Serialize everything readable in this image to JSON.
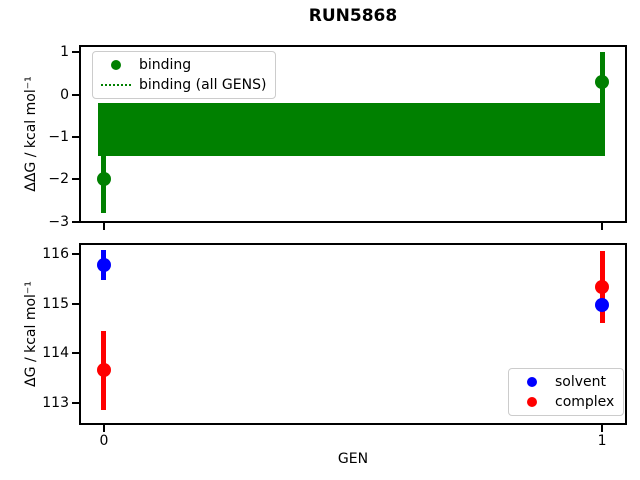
{
  "title": "RUN5868",
  "chart_data": [
    {
      "type": "scatter",
      "subplot": "top",
      "ylabel": "ΔΔG / kcal mol⁻¹",
      "xlabel": "",
      "xlim": [
        -0.05,
        1.05
      ],
      "ylim": [
        -3.03,
        1.17
      ],
      "grid": false,
      "yticks": [
        {
          "v": 1,
          "label": "1"
        },
        {
          "v": 0,
          "label": "0"
        },
        {
          "v": -1,
          "label": "−1"
        },
        {
          "v": -2,
          "label": "−2"
        },
        {
          "v": -3,
          "label": "−3"
        }
      ],
      "xticks": [
        {
          "v": 0,
          "label": ""
        },
        {
          "v": 1,
          "label": ""
        }
      ],
      "series": [
        {
          "name": "binding",
          "color": "#008000",
          "marker": "circle",
          "points": [
            {
              "x": 0,
              "y": -2.0,
              "yerr": 0.8
            },
            {
              "x": 1,
              "y": 0.3,
              "yerr": 0.7
            }
          ]
        }
      ],
      "band": {
        "name": "binding (all GENS)",
        "color": "#008000",
        "linestyle": "dotted",
        "value": -0.82,
        "from": -1.44,
        "to": -0.19,
        "x_from": 0,
        "x_to": 1
      },
      "legend": {
        "position": "upper left",
        "entries": [
          {
            "label": "binding",
            "marker": "dot",
            "color": "#008000"
          },
          {
            "label": "binding (all GENS)",
            "marker": "dotted-line",
            "color": "#008000"
          }
        ]
      }
    },
    {
      "type": "scatter",
      "subplot": "bottom",
      "ylabel": "ΔG / kcal mol⁻¹",
      "xlabel": "GEN",
      "xlim": [
        -0.05,
        1.05
      ],
      "ylim": [
        112.55,
        116.22
      ],
      "grid": false,
      "yticks": [
        {
          "v": 116,
          "label": "116"
        },
        {
          "v": 115,
          "label": "115"
        },
        {
          "v": 114,
          "label": "114"
        },
        {
          "v": 113,
          "label": "113"
        }
      ],
      "xticks": [
        {
          "v": 0,
          "label": "0"
        },
        {
          "v": 1,
          "label": "1"
        }
      ],
      "series": [
        {
          "name": "solvent",
          "color": "#0000ff",
          "marker": "circle",
          "points": [
            {
              "x": 0,
              "y": 115.78,
              "yerr": 0.3
            },
            {
              "x": 1,
              "y": 114.97,
              "yerr": 0.22
            }
          ]
        },
        {
          "name": "complex",
          "color": "#ff0000",
          "marker": "circle",
          "points": [
            {
              "x": 0,
              "y": 113.65,
              "yerr": 0.8
            },
            {
              "x": 1,
              "y": 115.33,
              "yerr": 0.72
            }
          ]
        }
      ],
      "legend": {
        "position": "lower right",
        "entries": [
          {
            "label": "solvent",
            "marker": "dot",
            "color": "#0000ff"
          },
          {
            "label": "complex",
            "marker": "dot",
            "color": "#ff0000"
          }
        ]
      }
    }
  ]
}
